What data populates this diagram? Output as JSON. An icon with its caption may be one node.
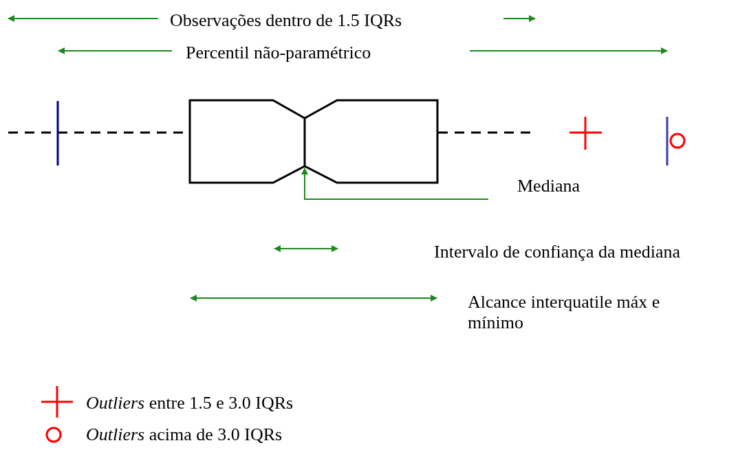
{
  "diagram": {
    "nodes": [
      {
        "text": [
          "Mediana"
        ]
      },
      {
        "text": [],
        "shape": "box"
      }
    ],
    "edges": [
      {
        "from": 0,
        "to": 1,
        "arrow": "to"
      }
    ],
    "labels": [
      "Observações dentro de 1.5 IQRs",
      "Percentil não-paramétrico",
      "Intervalo de confiança da mediana",
      "Alcance interquatile máx e mínimo"
    ],
    "legend": [
      {
        "text": "*Outliers* entre 1.5 e 3.0 IQRs"
      },
      {
        "text": "*Outliers* acima de 3.0 IQRs"
      }
    ]
  }
}
